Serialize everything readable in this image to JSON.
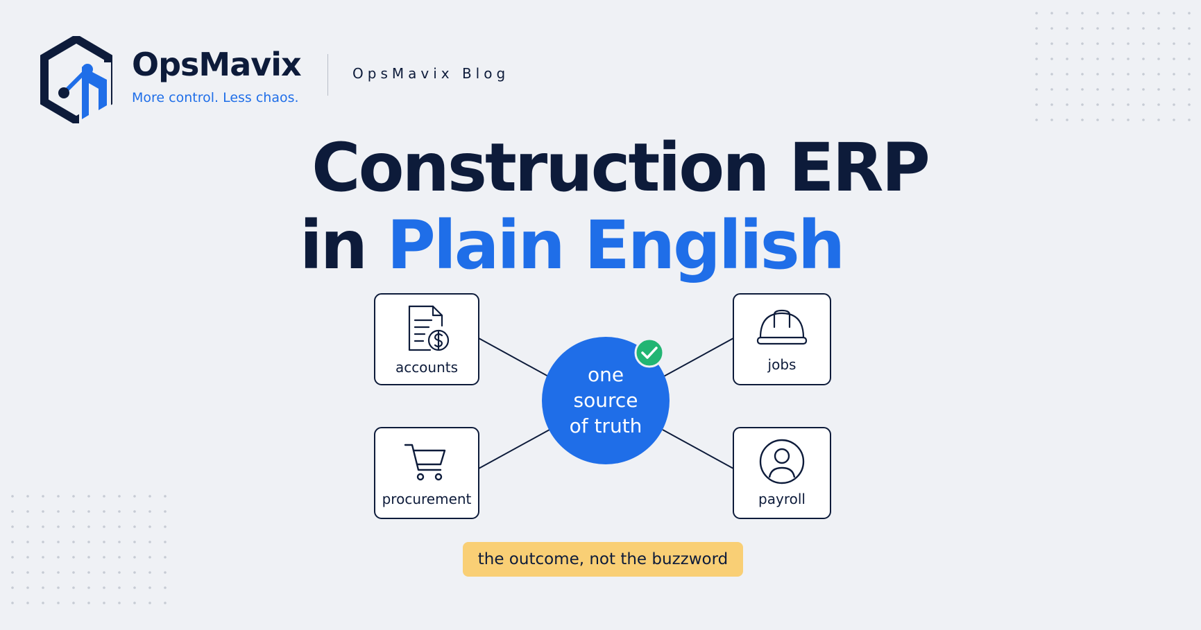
{
  "brand": {
    "name": "OpsMavix",
    "tagline": "More control. Less chaos.",
    "blog_label": "OpsMavix Blog",
    "logo_icon": "hexagon-node-logo"
  },
  "headline": {
    "line1": "Construction ERP",
    "line2_prefix": "in ",
    "line2_accent": "Plain English"
  },
  "diagram": {
    "hub": {
      "lines": [
        "one",
        "source",
        "of truth"
      ],
      "check_icon": "check-icon"
    },
    "nodes": {
      "accounts": {
        "label": "accounts",
        "icon": "invoice-icon"
      },
      "jobs": {
        "label": "jobs",
        "icon": "hard-hat-icon"
      },
      "procurement": {
        "label": "procurement",
        "icon": "cart-icon"
      },
      "payroll": {
        "label": "payroll",
        "icon": "user-circle-icon"
      }
    }
  },
  "badge": {
    "text": "the outcome, not the buzzword"
  },
  "colors": {
    "navy": "#0d1b3a",
    "blue": "#1f6ee8",
    "background": "#eff1f5",
    "badge": "#f9cf75",
    "check": "#22b573"
  }
}
